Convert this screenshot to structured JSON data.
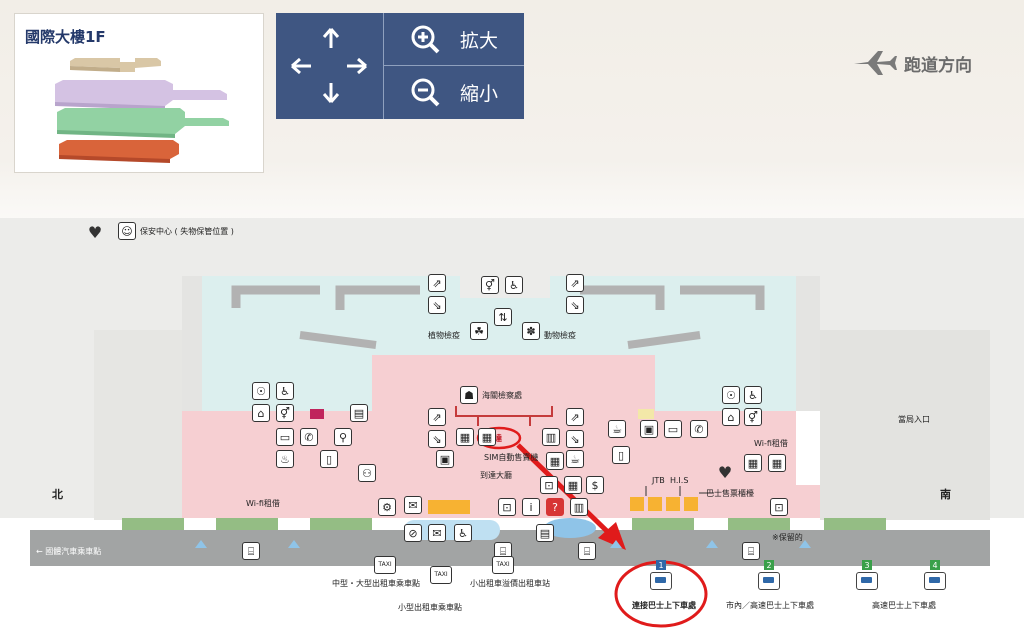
{
  "floor_card": {
    "title": "國際大樓1F"
  },
  "controls": {
    "zoom_in": "拡大",
    "zoom_out": "縮小"
  },
  "runway": {
    "label": "跑道方向"
  },
  "compass": {
    "north": "北",
    "south": "南"
  },
  "labels": {
    "security": "保安中心 ( 失物保管位置 )",
    "plant_quarantine": "植物檢疫",
    "animal_quarantine": "動物檢疫",
    "customs": "海關檢察處",
    "arrival": "到達",
    "sim": "SIM自動售賣機",
    "arrival_hall": "到達大廳",
    "wifi_left": "Wi-fi租借",
    "wifi_right": "Wi-fi租借",
    "official_entrance": "當局入口",
    "jtb": "JTB",
    "his": "H.I.S",
    "bus_ticket": "巴士售票櫃檯",
    "reserved": "※保留的",
    "nat_bus": "國體汽車乘車點",
    "taxi_mid_large": "中型・大型出租車乘車點",
    "taxi_small": "小型出租車乘車點",
    "taxi_flat": "小出租車溢價出租車站",
    "shuttle_bus": "連接巴士上下車處",
    "city_bus": "市內／高速巴士上下車處",
    "express_bus": "高速巴士上下車處",
    "taxi": "TAXI"
  },
  "stop_numbers": [
    "1",
    "2",
    "3",
    "4"
  ],
  "colors": {
    "panel": "#3f5682",
    "arrival_hall": "#f6cfd2",
    "quarantine": "#dcefee",
    "curb": "#a2a4a4",
    "counter": "#f7b232",
    "highlight": "#e01b1b"
  }
}
